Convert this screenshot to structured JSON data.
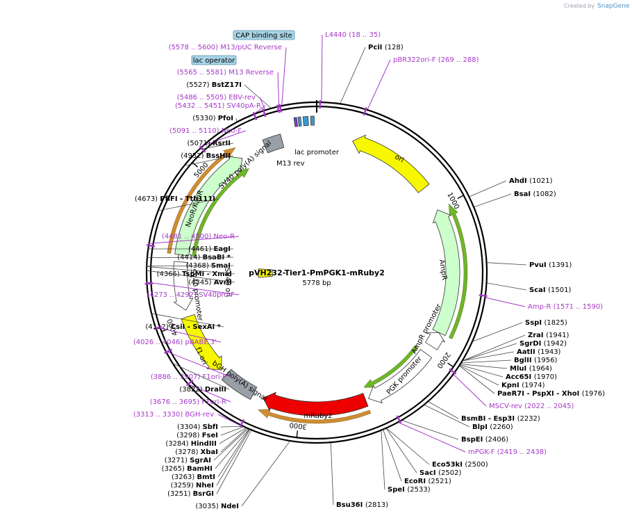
{
  "credit": {
    "text": "Created by",
    "brand": "SnapGene"
  },
  "plasmid": {
    "name": "pVH232-Tier1-PmPGK1-mRuby2",
    "size_label": "5778 bp",
    "total": 5778
  },
  "ruler_ticks": [
    {
      "bp": 1000,
      "label": "1000"
    },
    {
      "bp": 2000,
      "label": "2000"
    },
    {
      "bp": 3000,
      "label": "3000"
    },
    {
      "bp": 4000,
      "label": "4000"
    },
    {
      "bp": 5000,
      "label": "5000"
    }
  ],
  "features": [
    {
      "name": "ori",
      "start": 245,
      "end": 833,
      "dir": -1,
      "color": "#f7f700",
      "ring": 0
    },
    {
      "name": "AmpR",
      "start": 1004,
      "end": 1864,
      "dir": -1,
      "color": "#ccffcc",
      "ring": 0
    },
    {
      "name": "AmpR promoter",
      "start": 1865,
      "end": 1969,
      "dir": -1,
      "color": "#ffffff",
      "ring": 0
    },
    {
      "name": "PGK promoter",
      "start": 2030,
      "end": 2530,
      "dir": 1,
      "color": "#ffffff",
      "ring": 0
    },
    {
      "name": "mRuby2",
      "start": 2551,
      "end": 3261,
      "dir": 1,
      "color": "#ee0000",
      "ring": 0
    },
    {
      "name": "bGH poly(A) signal",
      "start": 3332,
      "end": 3556,
      "dir": 0,
      "color": "#9aa0a8",
      "ring": 0
    },
    {
      "name": "f1 ori",
      "start": 3602,
      "end": 4030,
      "dir": -1,
      "color": "#f7f700",
      "ring": 0
    },
    {
      "name": "SV40 promoter",
      "start": 4076,
      "end": 4405,
      "dir": -1,
      "color": "#ffffff",
      "ring": 0
    },
    {
      "name": "SV40 ori",
      "start": 4256,
      "end": 4392,
      "dir": 0,
      "color": "#f7f700",
      "ring": 2
    },
    {
      "name": "NeoR/KanR",
      "start": 4453,
      "end": 5247,
      "dir": 1,
      "color": "#ccffcc",
      "ring": 0
    },
    {
      "name": "SV40 poly(A) signal",
      "start": 5421,
      "end": 5542,
      "dir": 0,
      "color": "#9aa0a8",
      "ring": 0
    },
    {
      "name": "lac promoter",
      "start": 5697,
      "end": 5727,
      "dir": 0,
      "color": "#3a9ad0",
      "ring": 1
    },
    {
      "name": "M13 rev",
      "start": 5643,
      "end": 5659,
      "dir": 0,
      "color": "#7d3ad0",
      "ring": 1
    },
    {
      "name": "lac operator",
      "start": 5667,
      "end": 5683,
      "dir": 0,
      "color": "#3a9ad0",
      "ring": 1
    },
    {
      "name": "CAP binding site",
      "start": 5742,
      "end": 5763,
      "dir": 0,
      "color": "#3a9ad0",
      "ring": 1
    }
  ],
  "orfs": [
    {
      "start": 1004,
      "end": 1864,
      "dir": -1,
      "color": "#6ab82a",
      "r": 0
    },
    {
      "start": 2551,
      "end": 3261,
      "dir": 1,
      "color": "#d08c30",
      "r": 0
    },
    {
      "start": 2030,
      "end": 2530,
      "dir": 1,
      "color": "#6ab82a",
      "r": 1
    },
    {
      "start": 4453,
      "end": 5247,
      "dir": 1,
      "color": "#d08c30",
      "r": 0
    },
    {
      "start": 4453,
      "end": 5247,
      "dir": 1,
      "color": "#6ab82a",
      "r": 1
    }
  ],
  "primer_marks": [
    18,
    269,
    1571,
    2022,
    2419,
    3313,
    3676,
    3886,
    4026,
    4273,
    4481,
    5091,
    5432,
    5486,
    5565,
    5578
  ],
  "left_labels": [
    {
      "range": "(5578 .. 5600)",
      "name": "M13/pUC Reverse",
      "type": "primer",
      "bp": 5589
    },
    {
      "range": "(5565 .. 5581)",
      "name": "M13 Reverse",
      "type": "primer",
      "bp": 5573
    },
    {
      "range": "(5527)",
      "name": "BstZ17I",
      "type": "enzyme",
      "bp": 5527
    },
    {
      "range": "(5486 .. 5505)",
      "name": "EBV-rev",
      "type": "primer",
      "bp": 5495
    },
    {
      "range": "(5432 .. 5451)",
      "name": "SV40pA-R",
      "type": "primer",
      "bp": 5441
    },
    {
      "range": "(5330)",
      "name": "PfoI",
      "type": "enzyme",
      "bp": 5330
    },
    {
      "range": "(5091 .. 5110)",
      "name": "Neo-F",
      "type": "primer",
      "bp": 5100
    },
    {
      "range": "(5071)",
      "name": "RsrII",
      "type": "enzyme",
      "bp": 5071
    },
    {
      "range": "(4952)",
      "name": "BssHII",
      "type": "enzyme",
      "bp": 4952
    },
    {
      "range": "(4673)",
      "name": "PflFI  -  Tth111I",
      "type": "enzyme",
      "bp": 4673
    },
    {
      "range": "(4481 .. 4500)",
      "name": "Neo-R",
      "type": "primer",
      "bp": 4490
    },
    {
      "range": "(4461)",
      "name": "EagI",
      "type": "enzyme",
      "bp": 4461
    },
    {
      "range": "(4414)",
      "name": "BsaBI  *",
      "type": "enzyme",
      "bp": 4414
    },
    {
      "range": "(4368)",
      "name": "SmaI",
      "type": "enzyme",
      "bp": 4368
    },
    {
      "range": "(4366)",
      "name": "TspMI  -  XmaI",
      "type": "enzyme",
      "bp": 4366
    },
    {
      "range": "(4345)",
      "name": "AvrII",
      "type": "enzyme",
      "bp": 4345
    },
    {
      "range": "(4273 .. 4292)",
      "name": "SV40pro-F",
      "type": "primer",
      "bp": 4282
    },
    {
      "range": "(4112)",
      "name": "CsiI  -  SexAI  *",
      "type": "enzyme",
      "bp": 4112
    },
    {
      "range": "(4026 .. 4046)",
      "name": "pBABE 3'",
      "type": "primer",
      "bp": 4036
    },
    {
      "range": "(3886 .. 3907)",
      "name": "F1ori-F",
      "type": "primer",
      "bp": 3896
    },
    {
      "range": "(3822)",
      "name": "DraIII",
      "type": "enzyme",
      "bp": 3822
    },
    {
      "range": "(3676 .. 3695)",
      "name": "F1ori-R",
      "type": "primer",
      "bp": 3685
    },
    {
      "range": "(3313 .. 3330)",
      "name": "BGH-rev",
      "type": "primer",
      "bp": 3321
    },
    {
      "range": "(3304)",
      "name": "SbfI",
      "type": "enzyme",
      "bp": 3304
    },
    {
      "range": "(3298)",
      "name": "FseI",
      "type": "enzyme",
      "bp": 3298
    },
    {
      "range": "(3284)",
      "name": "HindIII",
      "type": "enzyme",
      "bp": 3284
    },
    {
      "range": "(3278)",
      "name": "XbaI",
      "type": "enzyme",
      "bp": 3278
    },
    {
      "range": "(3271)",
      "name": "SgrAI",
      "type": "enzyme",
      "bp": 3271
    },
    {
      "range": "(3265)",
      "name": "BamHI",
      "type": "enzyme",
      "bp": 3265
    },
    {
      "range": "(3263)",
      "name": "BmtI",
      "type": "enzyme",
      "bp": 3263
    },
    {
      "range": "(3259)",
      "name": "NheI",
      "type": "enzyme",
      "bp": 3259
    },
    {
      "range": "(3251)",
      "name": "BsrGI",
      "type": "enzyme",
      "bp": 3251
    },
    {
      "range": "(3035)",
      "name": "NdeI",
      "type": "enzyme",
      "bp": 3035
    }
  ],
  "right_labels": [
    {
      "name": "L4440",
      "range": "(18 .. 35)",
      "type": "primer",
      "bp": 26
    },
    {
      "name": "PciI",
      "range": "(128)",
      "type": "enzyme",
      "bp": 128
    },
    {
      "name": "pBR322ori-F",
      "range": "(269 .. 288)",
      "type": "primer",
      "bp": 278
    },
    {
      "name": "AhdI",
      "range": "(1021)",
      "type": "enzyme",
      "bp": 1021
    },
    {
      "name": "BsaI",
      "range": "(1082)",
      "type": "enzyme",
      "bp": 1082
    },
    {
      "name": "PvuI",
      "range": "(1391)",
      "type": "enzyme",
      "bp": 1391
    },
    {
      "name": "ScaI",
      "range": "(1501)",
      "type": "enzyme",
      "bp": 1501
    },
    {
      "name": "Amp-R",
      "range": "(1571 .. 1590)",
      "type": "primer",
      "bp": 1580
    },
    {
      "name": "SspI",
      "range": "(1825)",
      "type": "enzyme",
      "bp": 1825
    },
    {
      "name": "ZraI",
      "range": "(1941)",
      "type": "enzyme",
      "bp": 1941
    },
    {
      "name": "SgrDI",
      "range": "(1942)",
      "type": "enzyme",
      "bp": 1942
    },
    {
      "name": "AatII",
      "range": "(1943)",
      "type": "enzyme",
      "bp": 1943
    },
    {
      "name": "BglII",
      "range": "(1956)",
      "type": "enzyme",
      "bp": 1956
    },
    {
      "name": "MluI",
      "range": "(1964)",
      "type": "enzyme",
      "bp": 1964
    },
    {
      "name": "Acc65I",
      "range": "(1970)",
      "type": "enzyme",
      "bp": 1970
    },
    {
      "name": "KpnI",
      "range": "(1974)",
      "type": "enzyme",
      "bp": 1974
    },
    {
      "name": "PaeR7I  -  PspXI  -  XhoI",
      "range": "(1976)",
      "type": "enzyme",
      "bp": 1976
    },
    {
      "name": "MSCV-rev",
      "range": "(2022 .. 2045)",
      "type": "primer",
      "bp": 2033
    },
    {
      "name": "BsmBI  -  Esp3I",
      "range": "(2232)",
      "type": "enzyme",
      "bp": 2232
    },
    {
      "name": "BlpI",
      "range": "(2260)",
      "type": "enzyme",
      "bp": 2260
    },
    {
      "name": "BspEI",
      "range": "(2406)",
      "type": "enzyme",
      "bp": 2406
    },
    {
      "name": "mPGK-F",
      "range": "(2419 .. 2438)",
      "type": "primer",
      "bp": 2428
    },
    {
      "name": "Eco53kI",
      "range": "(2500)",
      "type": "enzyme",
      "bp": 2500
    },
    {
      "name": "SacI",
      "range": "(2502)",
      "type": "enzyme",
      "bp": 2502
    },
    {
      "name": "EcoRI",
      "range": "(2521)",
      "type": "enzyme",
      "bp": 2521
    },
    {
      "name": "SpeI",
      "range": "(2533)",
      "type": "enzyme",
      "bp": 2533
    },
    {
      "name": "Bsu36I",
      "range": "(2813)",
      "type": "enzyme",
      "bp": 2813
    }
  ]
}
